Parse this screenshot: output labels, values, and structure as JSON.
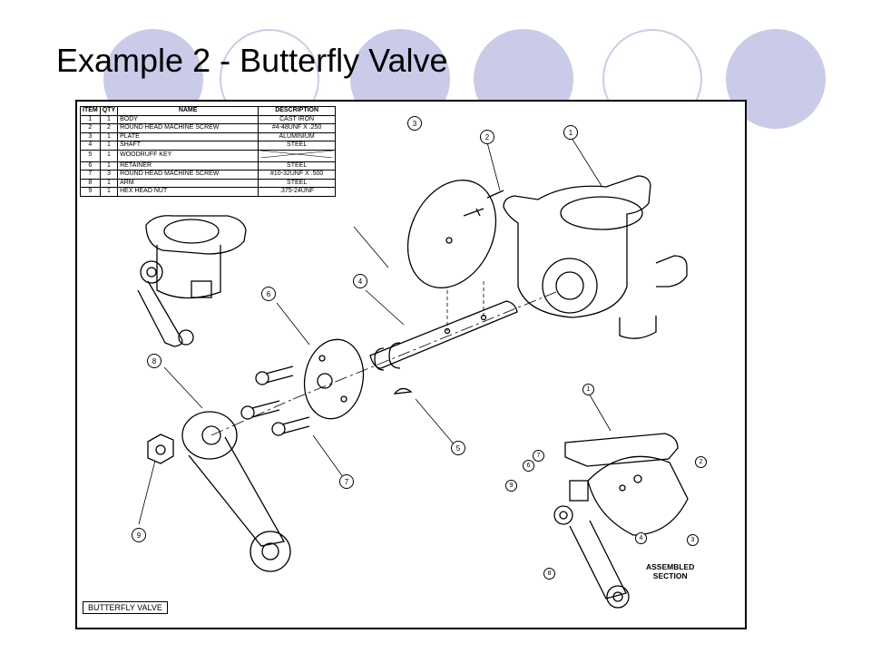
{
  "slide": {
    "title": "Example 2 - Butterfly Valve",
    "accent_color": "#c9cbe8"
  },
  "bom": {
    "headers": [
      "ITEM",
      "QTY",
      "NAME",
      "DESCRIPTION"
    ],
    "rows": [
      {
        "item": "1",
        "qty": "1",
        "name": "BODY",
        "desc": "CAST IRON"
      },
      {
        "item": "2",
        "qty": "2",
        "name": "ROUND HEAD MACHINE SCREW",
        "desc": "#4-48UNF X .250"
      },
      {
        "item": "3",
        "qty": "1",
        "name": "PLATE",
        "desc": "ALUMINIUM"
      },
      {
        "item": "4",
        "qty": "1",
        "name": "SHAFT",
        "desc": "STEEL"
      },
      {
        "item": "5",
        "qty": "1",
        "name": "WOODRUFF KEY",
        "desc": ""
      },
      {
        "item": "6",
        "qty": "1",
        "name": "RETAINER",
        "desc": "STEEL"
      },
      {
        "item": "7",
        "qty": "3",
        "name": "ROUND HEAD MACHINE SCREW",
        "desc": "#10-32UNF X .500"
      },
      {
        "item": "8",
        "qty": "1",
        "name": "ARM",
        "desc": "STEEL"
      },
      {
        "item": "9",
        "qty": "1",
        "name": "HEX HEAD NUT",
        "desc": ".375-24UNF"
      }
    ]
  },
  "drawing": {
    "caption": "BUTTERFLY VALVE",
    "assembled_label_line1": "ASSEMBLED",
    "assembled_label_line2": "SECTION",
    "exploded_callouts": [
      "3",
      "2",
      "1",
      "4",
      "6",
      "8",
      "5",
      "7",
      "9"
    ],
    "section_callouts": [
      "1",
      "7",
      "6",
      "2",
      "9",
      "4",
      "3",
      "8"
    ]
  }
}
